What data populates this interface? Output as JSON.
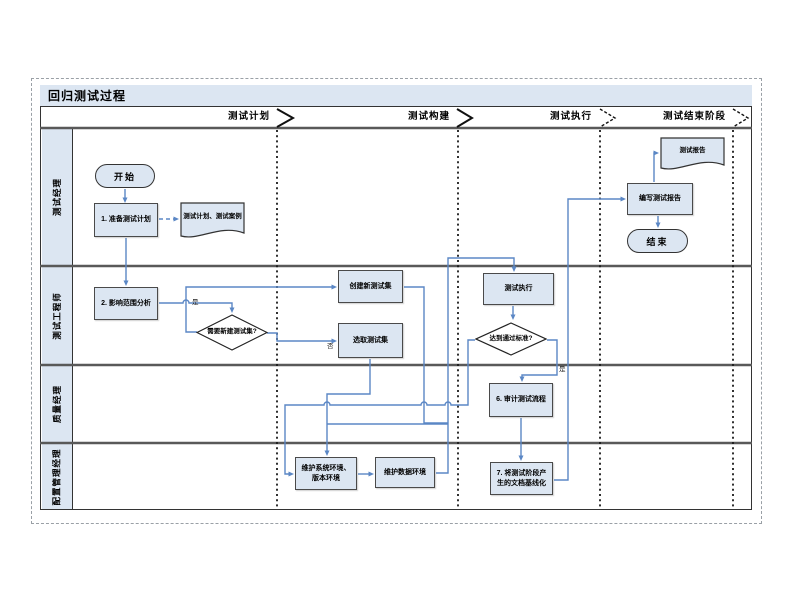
{
  "title": "回归测试过程",
  "phases": [
    "测试计划",
    "测试构建",
    "测试执行",
    "测试结束阶段"
  ],
  "lanes": [
    "测试经理",
    "测试工程师",
    "质量经理",
    "配置管理经理"
  ],
  "nodes": {
    "start": "开始",
    "prepare_plan": "1. 准备测试计划",
    "plan_doc": "测试计划、测试案例",
    "impact_analysis": "2. 影响范围分析",
    "need_new_set": "需要新建测试集?",
    "create_set": "创建新测试集",
    "select_set": "选取测试集",
    "test_exec": "测试执行",
    "pass_criteria": "达到通过标准?",
    "audit": "6. 审计测试流程",
    "maintain_sys": "维护系统环境、版本环境",
    "maintain_data": "维护数据环境",
    "baseline_docs": "7. 将测试阶段产生的文档基线化",
    "write_report": "编写测试报告",
    "report_doc": "测试报告",
    "end": "结束"
  },
  "edge_labels": {
    "yes1": "是",
    "no1": "否",
    "yes2": "是"
  },
  "colors": {
    "shape_fill": "#dce6f2",
    "shape_border": "#4a4a4a",
    "connector": "#5b87c5",
    "lane_fill": "#dce6f2",
    "divider": "#595959"
  }
}
